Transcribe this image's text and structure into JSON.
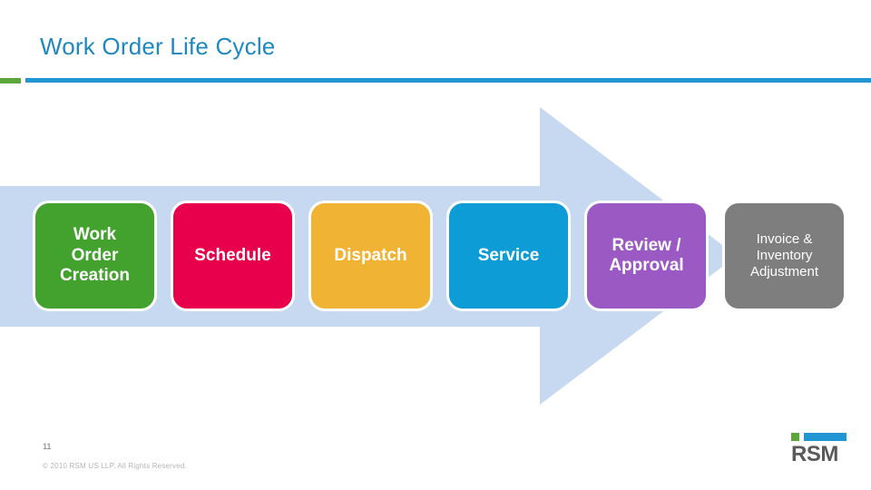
{
  "slide": {
    "title": "Work Order Life Cycle",
    "background_color": "#FFFFFF"
  },
  "title_rule": {
    "green_color": "#5DA63C",
    "blue_color": "#2196D3"
  },
  "flow": {
    "arrow_color": "#C6D9F1",
    "arrow_name": "right-arrow-shape",
    "stages": [
      {
        "label": "Work\nOrder\nCreation",
        "color": "#43A12E",
        "text_color": "#FFFFFF",
        "bold": true
      },
      {
        "label": "Schedule",
        "color": "#E8004C",
        "text_color": "#FFFFFF",
        "bold": true
      },
      {
        "label": "Dispatch",
        "color": "#F0B334",
        "text_color": "#FFFFFF",
        "bold": true
      },
      {
        "label": "Service",
        "color": "#0E9CD6",
        "text_color": "#FFFFFF",
        "bold": true
      },
      {
        "label": "Review /\nApproval",
        "color": "#9B59C4",
        "text_color": "#FFFFFF",
        "bold": true
      },
      {
        "label": "Invoice &\nInventory\nAdjustment",
        "color": "#7E7E7E",
        "text_color": "#FFFFFF",
        "bold": false
      }
    ]
  },
  "footer": {
    "page_number": "11",
    "copyright": "© 2010 RSM US LLP. All Rights Reserved."
  },
  "logo": {
    "wordmark": "RSM",
    "green_color": "#5DA63C",
    "blue_color": "#2196D3",
    "word_color": "#5A5A5A"
  }
}
